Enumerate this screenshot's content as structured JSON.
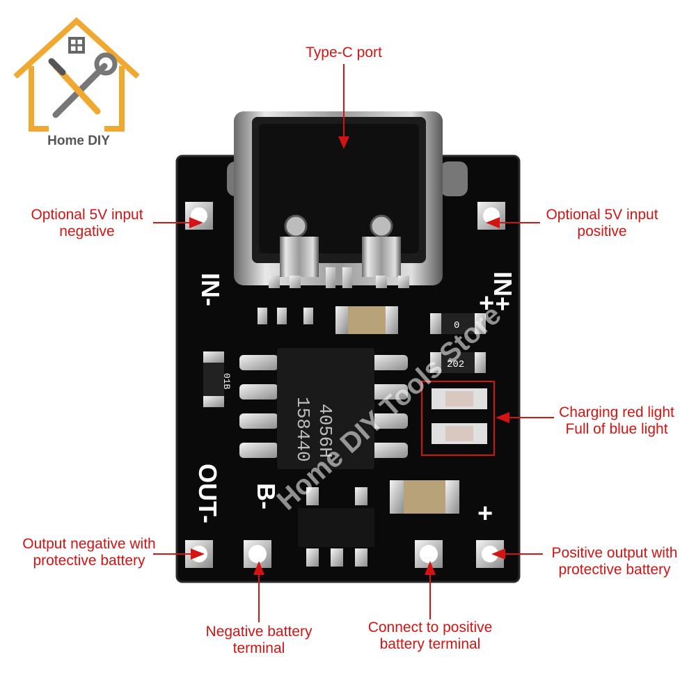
{
  "logo": {
    "text": "Home DIY",
    "color": "#f0a830"
  },
  "watermark": "Home DIY Tools Store",
  "board": {
    "silkscreen": {
      "in_neg": "IN-",
      "in_pos": "IN+",
      "out_neg": "OUT-",
      "bat_neg": "B-",
      "plus_top": "+",
      "plus_bottom": "+"
    },
    "chip": {
      "line1": "4056H",
      "line2": "158440"
    },
    "resistor_a": "0",
    "resistor_b": "202",
    "resistor_c": "01B"
  },
  "labels": {
    "type_c": "Type-C port",
    "input_negative": [
      "Optional 5V input",
      "negative"
    ],
    "input_positive": [
      "Optional 5V input",
      "positive"
    ],
    "leds": [
      "Charging red light",
      "Full of blue light"
    ],
    "output_negative": [
      "Output negative with",
      "protective battery"
    ],
    "output_positive": [
      "Positive output with",
      "protective battery"
    ],
    "battery_negative": [
      "Negative battery",
      "terminal"
    ],
    "battery_positive": [
      "Connect to positive",
      "battery terminal"
    ]
  },
  "colors": {
    "label": "#d41313",
    "pcb": "#0a0a0a"
  }
}
